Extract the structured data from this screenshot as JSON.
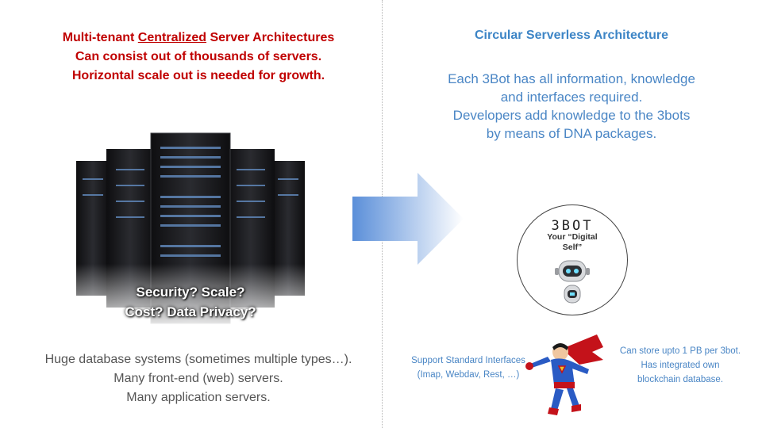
{
  "left": {
    "heading_prefix": "Multi-tenant ",
    "heading_emphasis": "Centralized",
    "heading_suffix": " Server Architectures",
    "heading_line2": "Can consist out of thousands of servers.",
    "heading_line3": "Horizontal scale out is needed for growth.",
    "image_caption_line1": "Security? Scale?",
    "image_caption_line2": "Cost? Data Privacy?",
    "footer_line1": "Huge database systems (sometimes multiple types…).",
    "footer_line2": "Many front-end (web) servers.",
    "footer_line3": "Many application servers."
  },
  "right": {
    "heading": "Circular Serverless Architecture",
    "desc_line1": "Each 3Bot has all information, knowledge",
    "desc_line2": "and interfaces required.",
    "desc_line3": "Developers add knowledge to the 3bots",
    "desc_line4": "by means of DNA packages.",
    "bot_logo": "3BOT",
    "bot_tagline_line1": "Your “Digital",
    "bot_tagline_line2": "Self”",
    "support_line1": "Support Standard Interfaces",
    "support_line2": "(Imap, Webdav, Rest, …)",
    "store_line1": "Can store upto 1 PB per 3bot.",
    "store_line2": "Has integrated own",
    "store_line3": "blockchain database."
  },
  "colors": {
    "left_heading": "#c00000",
    "right_accent": "#3d85c6",
    "arrow_start": "#5b8fd9",
    "arrow_end": "#ffffff"
  },
  "icons": [
    "server-rack-icon",
    "transition-arrow-icon",
    "robot-icon",
    "superhero-icon"
  ]
}
